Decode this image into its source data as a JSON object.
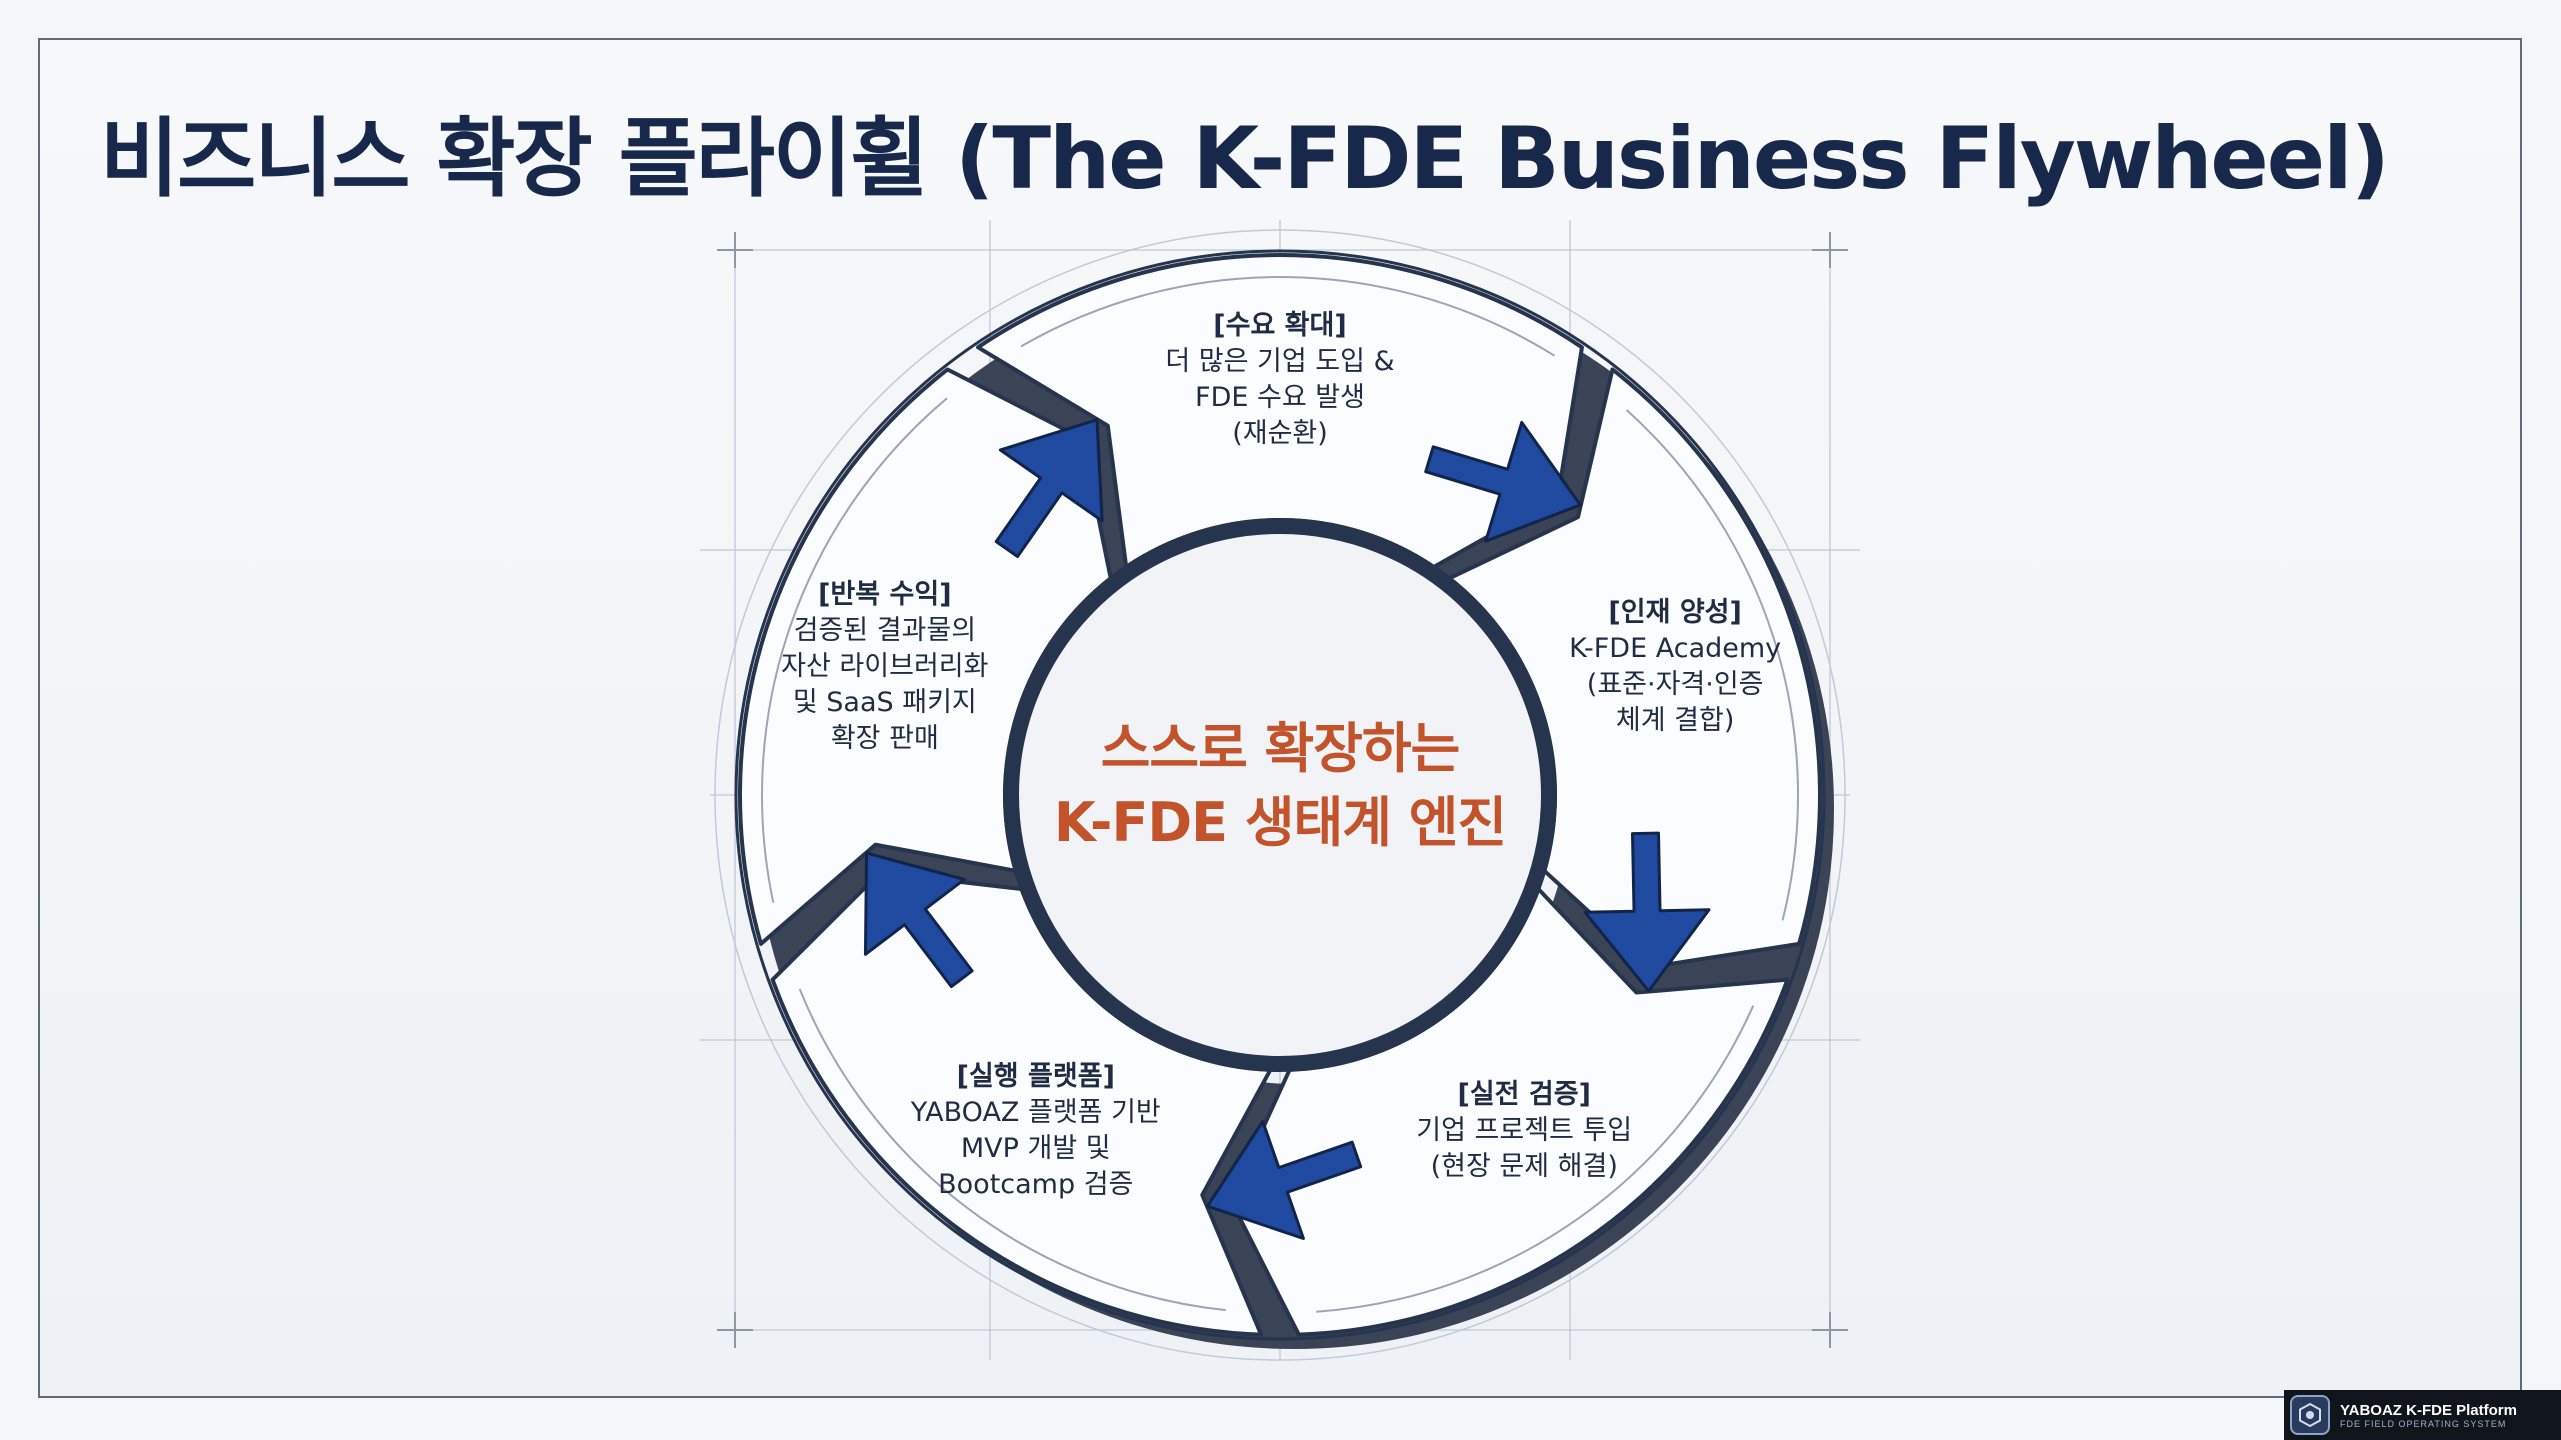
{
  "title": "비즈니스 확장 플라이휠 (The K-FDE Business Flywheel)",
  "center": "스스로 확장하는\nK-FDE 생태계 엔진",
  "segments": [
    {
      "head": "[수요 확대]",
      "body": "더 많은 기업 도입 &\nFDE 수요 발생\n(재순환)"
    },
    {
      "head": "[인재 양성]",
      "body": "K-FDE Academy\n(표준·자격·인증\n체계 결합)"
    },
    {
      "head": "[실전 검증]",
      "body": "기업 프로젝트 투입\n(현장 문제 해결)"
    },
    {
      "head": "[실행 플랫폼]",
      "body": "YABOAZ 플랫폼 기반\nMVP 개발 및\nBootcamp 검증"
    },
    {
      "head": "[반복 수익]",
      "body": "검증된 결과물의\n자산 라이브러리화\n및 SaaS 패키지\n확장 판매"
    }
  ],
  "badge": {
    "name": "YABOAZ K-FDE Platform",
    "subtitle": "FDE FIELD OPERATING SYSTEM"
  },
  "colors": {
    "title": "#17284a",
    "center": "#c2532a",
    "arrow": "#1f4aa0",
    "ring_outline": "#27344d",
    "ring_shadow": "#3a4456"
  },
  "icons": {
    "badge_logo": "hexagon-logo-icon"
  }
}
